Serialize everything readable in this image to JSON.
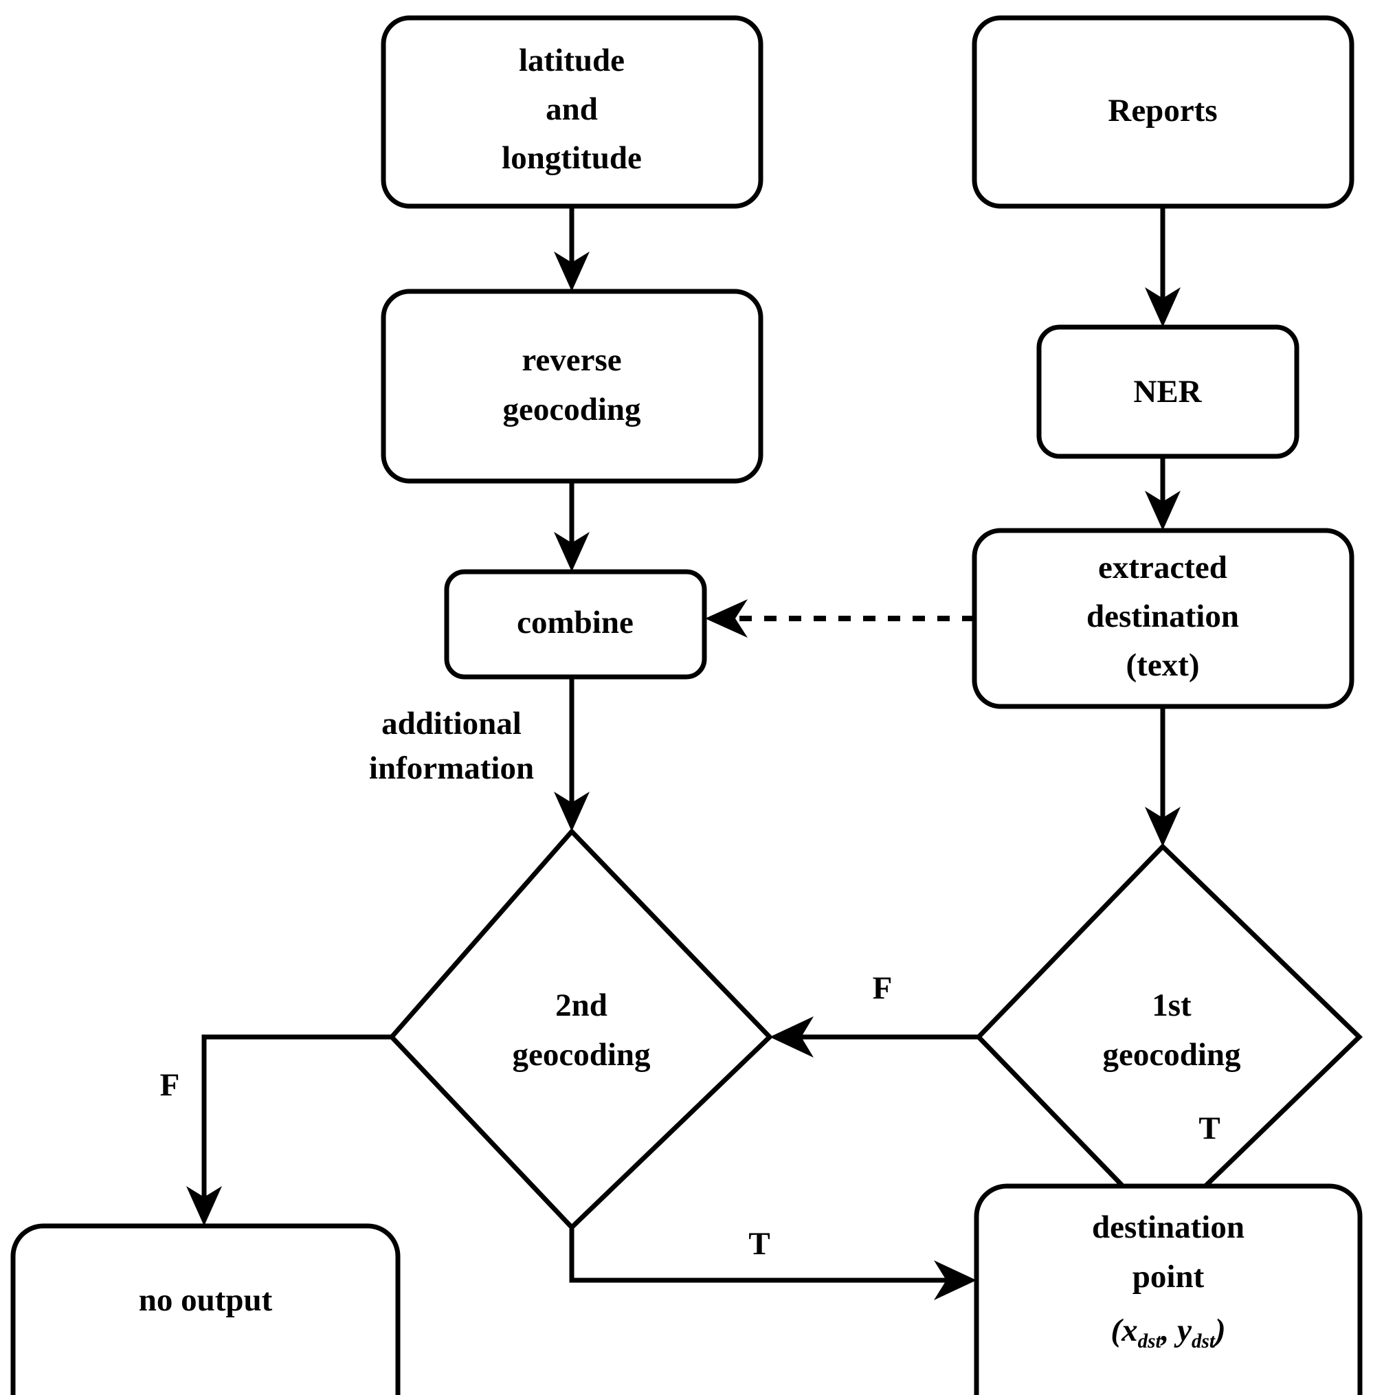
{
  "diagram": {
    "title": "Destination geocoding flowchart",
    "background_color": "#ffffff",
    "line_color": "#000000",
    "nodes": {
      "latlon": {
        "lines": [
          "latitude",
          "and",
          "longtitude"
        ],
        "shape": "rounded-rect"
      },
      "reports": {
        "lines": [
          "Reports"
        ],
        "shape": "rounded-rect"
      },
      "reverse_geocoding": {
        "lines": [
          "reverse",
          "geocoding"
        ],
        "shape": "rounded-rect"
      },
      "ner": {
        "lines": [
          "NER"
        ],
        "shape": "rounded-rect"
      },
      "combine": {
        "lines": [
          "combine"
        ],
        "shape": "rounded-rect"
      },
      "extracted_destination": {
        "lines": [
          "extracted",
          "destination",
          "(text)"
        ],
        "shape": "rounded-rect"
      },
      "second_geocoding": {
        "lines": [
          "2nd",
          "geocoding"
        ],
        "shape": "diamond"
      },
      "first_geocoding": {
        "lines": [
          "1st",
          "geocoding"
        ],
        "shape": "diamond"
      },
      "no_output": {
        "lines": [
          "no output"
        ],
        "shape": "rounded-rect"
      },
      "destination_point": {
        "lines": [
          "destination",
          "point"
        ],
        "formula_open": "(",
        "formula_x": "x",
        "formula_x_sub": "dst",
        "formula_comma": ", ",
        "formula_y": "y",
        "formula_y_sub": "dst",
        "formula_close": ")",
        "shape": "rounded-rect"
      }
    },
    "edge_labels": {
      "additional_information_line1": "additional",
      "additional_information_line2": "information",
      "first_geocoding_false": "F",
      "first_geocoding_true": "T",
      "second_geocoding_false": "F",
      "second_geocoding_true": "T"
    },
    "edges": [
      {
        "from": "latlon",
        "to": "reverse_geocoding",
        "style": "solid",
        "label": ""
      },
      {
        "from": "reverse_geocoding",
        "to": "combine",
        "style": "solid",
        "label": ""
      },
      {
        "from": "reports",
        "to": "ner",
        "style": "solid",
        "label": ""
      },
      {
        "from": "ner",
        "to": "extracted_destination",
        "style": "solid",
        "label": ""
      },
      {
        "from": "extracted_destination",
        "to": "combine",
        "style": "dashed",
        "label": ""
      },
      {
        "from": "combine",
        "to": "second_geocoding",
        "style": "solid",
        "label": "additional information"
      },
      {
        "from": "extracted_destination",
        "to": "first_geocoding",
        "style": "solid",
        "label": ""
      },
      {
        "from": "first_geocoding",
        "to": "second_geocoding",
        "style": "solid",
        "label": "F"
      },
      {
        "from": "first_geocoding",
        "to": "destination_point",
        "style": "solid",
        "label": "T"
      },
      {
        "from": "second_geocoding",
        "to": "no_output",
        "style": "solid",
        "label": "F"
      },
      {
        "from": "second_geocoding",
        "to": "destination_point",
        "style": "solid",
        "label": "T"
      }
    ]
  }
}
